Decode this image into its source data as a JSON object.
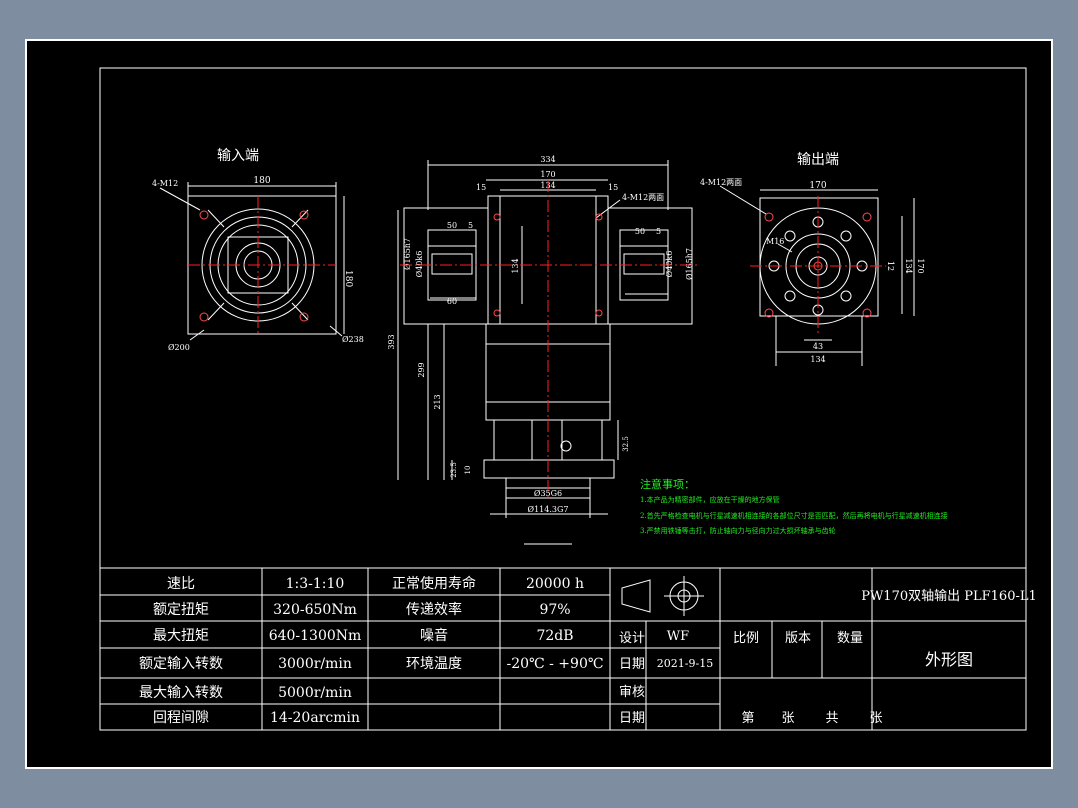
{
  "views": {
    "input_title": "输入端",
    "output_title": "输出端"
  },
  "input_view": {
    "hole_label": "4-M12",
    "dim_top": "180",
    "dim_right": "180",
    "dim_dia_left": "Ø200",
    "dim_dia_right": "Ø238"
  },
  "front_view": {
    "dim_total": "334",
    "dim_170": "170",
    "dim_134": "134",
    "dim_15_left": "15",
    "dim_15_right": "15",
    "hole_note": "4-M12两面",
    "dim_50_left": "50",
    "dim_5_left": "5",
    "dim_50_right": "50",
    "dim_5_right": "5",
    "dim_60": "60",
    "dim_134_v": "134",
    "dim_d_left_outer": "Ø165h7",
    "dim_d_left_inner": "Ø40k6",
    "dim_d_right_inner": "Ø40k6",
    "dim_d_right_outer": "Ø165h7",
    "dim_393": "393",
    "dim_299": "299",
    "dim_213": "213",
    "dim_23_5": "23.5",
    "dim_10": "10",
    "dim_32_5": "32.5",
    "dim_d35": "Ø35G6",
    "dim_d114": "Ø114.3G7"
  },
  "output_view": {
    "hole_label": "4-M12两面",
    "dim_top": "170",
    "dim_134_h": "134",
    "dim_134_v": "134",
    "dim_170_v": "170",
    "dim_16": "M16",
    "dim_12": "12",
    "dim_43": "43"
  },
  "notes": {
    "title": "注意事项：",
    "lines": [
      "1.本产品为精密部件，应放在干燥的地方保管",
      "2.首先严格检查电机与行星减速机相连接的各部位尺寸是否匹配，然后再将电机与行星减速机相连接",
      "3.严禁用铁锤等击打，防止轴向力与径向力过大损坏轴承与齿轮"
    ]
  },
  "specs": [
    {
      "label": "速比",
      "value": "1:3-1:10",
      "label2": "正常使用寿命",
      "value2": "20000 h"
    },
    {
      "label": "额定扭矩",
      "value": "320-650Nm",
      "label2": "传递效率",
      "value2": "97%"
    },
    {
      "label": "最大扭矩",
      "value": "640-1300Nm",
      "label2": "噪音",
      "value2": "72dB"
    },
    {
      "label": "额定输入转数",
      "value": "3000r/min",
      "label2": "环境温度",
      "value2": "-20℃ - +90℃"
    },
    {
      "label": "最大输入转数",
      "value": "5000r/min",
      "label2": "",
      "value2": ""
    },
    {
      "label": "回程间隙",
      "value": "14-20arcmin",
      "label2": "",
      "value2": ""
    }
  ],
  "title_block": {
    "product": "PW170双轴输出 PLF160-L1",
    "design_label": "设计",
    "designer": "WF",
    "scale_label": "比例",
    "version_label": "版本",
    "qty_label": "数量",
    "date_label": "日期",
    "date": "2021-9-15",
    "drawing_name": "外形图",
    "review_label": "审核",
    "date2_label": "日期",
    "sheet_1": "第",
    "sheet_2": "张",
    "sheet_3": "共",
    "sheet_4": "张"
  },
  "colors": {
    "background": "#7e8da0",
    "paper": "#000000",
    "line": "#ffffff",
    "center": "#ff2020",
    "hole": "#ff4a4a",
    "notes": "#22ee22"
  }
}
